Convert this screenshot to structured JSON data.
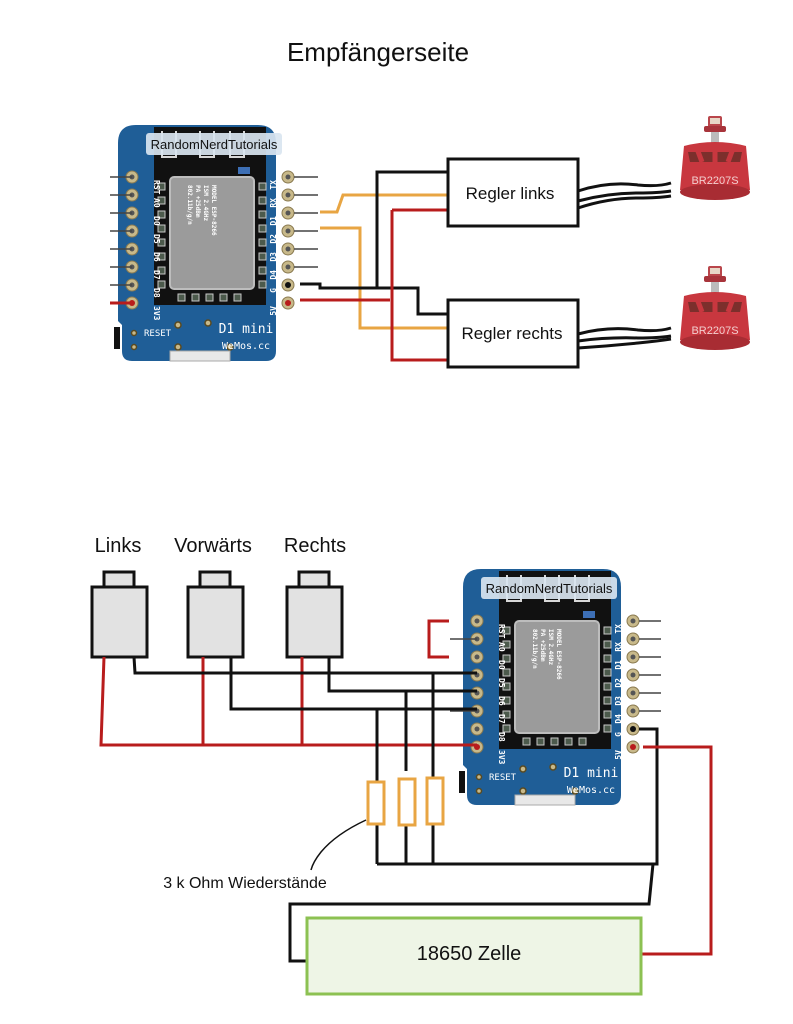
{
  "title": "Empfängerseite",
  "receiver": {
    "board": {
      "watermark": "RandomNerdTutorials",
      "model_label": "D1 mini",
      "brand_label": "WeMos.cc",
      "reset_label": "RESET",
      "chip_lines": [
        "MODEL ESP-8266",
        "ISM 2.4GHz",
        "PA +25dBm",
        "802.11b/g/n"
      ],
      "left_pins": [
        "RST",
        "A0",
        "D0",
        "D5",
        "D6",
        "D7",
        "D8",
        "3V3"
      ],
      "right_pins": [
        "TX",
        "RX",
        "D1",
        "D2",
        "D3",
        "D4",
        "G",
        "5V"
      ]
    },
    "esc_left": "Regler links",
    "esc_right": "Regler rechts",
    "motor_label": "BR2207S"
  },
  "sender": {
    "buttons": [
      "Links",
      "Vorwärts",
      "Rechts"
    ],
    "board": {
      "watermark": "RandomNerdTutorials",
      "model_label": "D1 mini",
      "brand_label": "WeMos.cc",
      "reset_label": "RESET",
      "chip_lines": [
        "MODEL ESP-8266",
        "ISM 2.4GHz",
        "PA +25dBm",
        "802.11b/g/n"
      ],
      "left_pins": [
        "RST",
        "A0",
        "D0",
        "D5",
        "D6",
        "D7",
        "D8",
        "3V3"
      ],
      "right_pins": [
        "TX",
        "RX",
        "D1",
        "D2",
        "D3",
        "D4",
        "G",
        "5V"
      ]
    },
    "resistor_label": "3 k Ohm Wiederstände",
    "battery_label": "18650 Zelle"
  },
  "colors": {
    "board_blue": "#1f5e97",
    "wire_black": "#111111",
    "wire_red": "#b81c1c",
    "wire_orange": "#e8a543",
    "battery_border": "#8cc152",
    "battery_fill": "#eef5e6",
    "button_fill": "#e2e2e2",
    "motor_red": "#c8373f"
  }
}
